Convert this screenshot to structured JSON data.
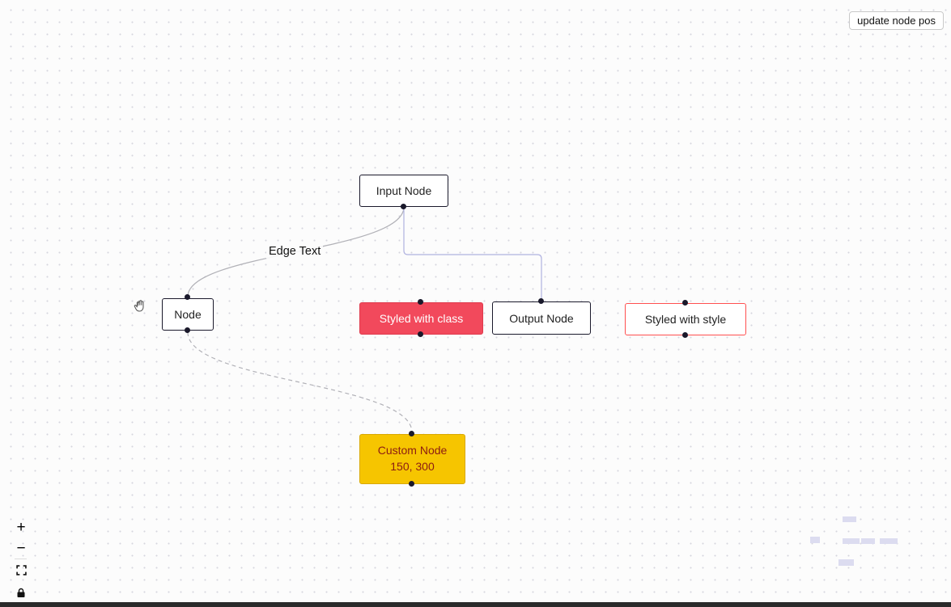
{
  "toolbar": {
    "update_node_pos_label": "update node pos"
  },
  "canvas": {
    "edge_label": "Edge Text",
    "nodes": [
      {
        "label": "Input Node"
      },
      {
        "label": "Node"
      },
      {
        "label": "Styled with class"
      },
      {
        "label": "Output Node"
      },
      {
        "label": "Styled with style"
      },
      {
        "label": "Custom Node",
        "sublabel": "150, 300"
      }
    ]
  },
  "controls": {
    "zoom_in_label": "+",
    "zoom_out_label": "−"
  },
  "icons": {
    "fit_view": "corner-brackets",
    "lock": "padlock",
    "cursor": "open-hand"
  },
  "colors": {
    "node_border": "#1a192b",
    "styled_class_bg": "#f2495c",
    "styled_style_border": "#ff5050",
    "custom_node_bg": "#f6c500",
    "custom_node_text": "#8c1c13",
    "edge_default": "#b1b1b7",
    "edge_step": "#b0b2e0",
    "minimap_node": "#dcdcf0"
  }
}
